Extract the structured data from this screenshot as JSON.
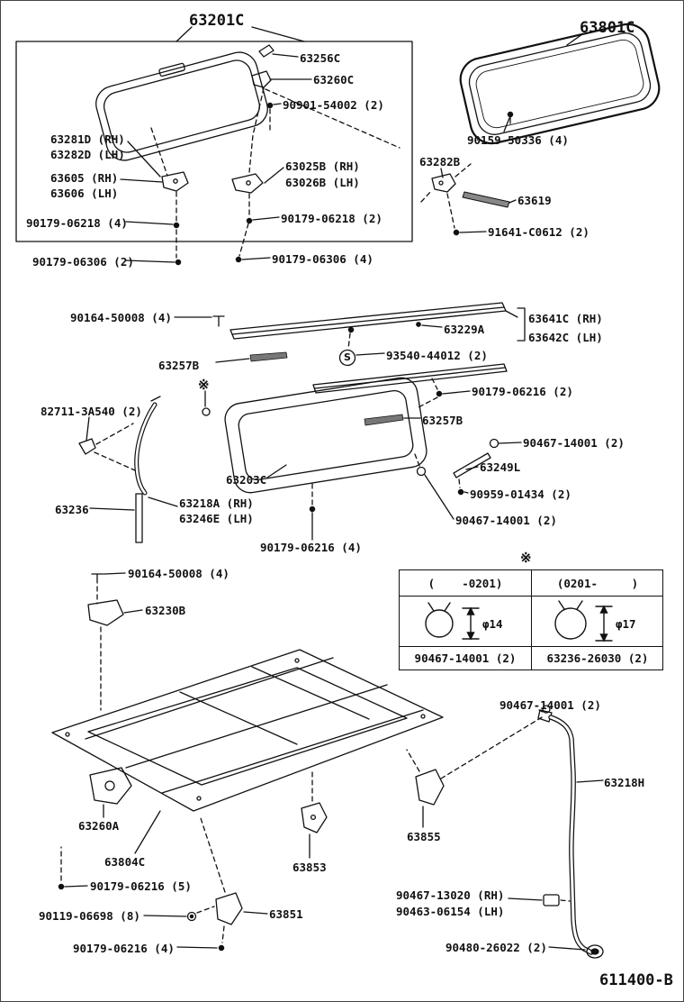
{
  "page": {
    "drawing_number": "611400-B"
  },
  "marks": {
    "s": "S",
    "ref": "※"
  },
  "labels": [
    {
      "text": "63201C"
    },
    {
      "text": "63256C"
    },
    {
      "text": "63260C"
    },
    {
      "text": "90901-54002 (2)"
    },
    {
      "text": "63281D (RH)"
    },
    {
      "text": "63282D (LH)"
    },
    {
      "text": "63605 (RH)"
    },
    {
      "text": "63606 (LH)"
    },
    {
      "text": "63025B (RH)"
    },
    {
      "text": "63026B (LH)"
    },
    {
      "text": "90179-06218 (4)"
    },
    {
      "text": "90179-06218 (2)"
    },
    {
      "text": "90179-06306 (2)"
    },
    {
      "text": "90179-06306 (4)"
    },
    {
      "text": "63801C"
    },
    {
      "text": "90159-50336 (4)"
    },
    {
      "text": "63282B"
    },
    {
      "text": "63619"
    },
    {
      "text": "91641-C0612 (2)"
    },
    {
      "text": "90164-50008 (4)"
    },
    {
      "text": "63229A"
    },
    {
      "text": "63641C (RH)"
    },
    {
      "text": "63642C (LH)"
    },
    {
      "text": "93540-44012 (2)"
    },
    {
      "text": "63257B"
    },
    {
      "text": "90179-06216 (2)"
    },
    {
      "text": "82711-3A540 (2)"
    },
    {
      "text": "63257B"
    },
    {
      "text": "90467-14001 (2)"
    },
    {
      "text": "63249L"
    },
    {
      "text": "90959-01434 (2)"
    },
    {
      "text": "63203C"
    },
    {
      "text": "63218A (RH)"
    },
    {
      "text": "63246E (LH)"
    },
    {
      "text": "63236"
    },
    {
      "text": "90467-14001 (2)"
    },
    {
      "text": "90179-06216 (4)"
    },
    {
      "text": "90164-50008 (4)"
    },
    {
      "text": "63230B"
    },
    {
      "text": "90467-14001 (2)"
    },
    {
      "text": "63218H"
    },
    {
      "text": "63260A"
    },
    {
      "text": "63804C"
    },
    {
      "text": "63855"
    },
    {
      "text": "63853"
    },
    {
      "text": "90179-06216 (5)"
    },
    {
      "text": "90119-06698 (8)"
    },
    {
      "text": "63851"
    },
    {
      "text": "90179-06216 (4)"
    },
    {
      "text": "90467-13020 (RH)"
    },
    {
      "text": "90463-06154 (LH)"
    },
    {
      "text": "90480-26022 (2)"
    }
  ],
  "table": {
    "ref_mark": "※",
    "columns": [
      {
        "range": "(    -0201)",
        "diameter": "φ14",
        "part": "90467-14001 (2)"
      },
      {
        "range": "(0201-     )",
        "diameter": "φ17",
        "part": "63236-26030 (2)"
      }
    ]
  }
}
